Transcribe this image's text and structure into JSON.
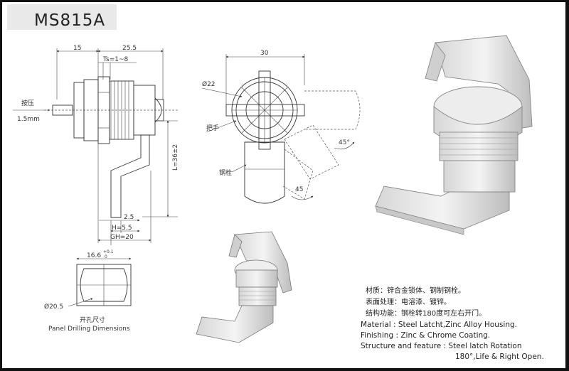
{
  "title": "MS815A",
  "dims": {
    "d15": "15",
    "d25_5": "25.5",
    "ts": "Ts=1~8",
    "press": "按压",
    "press_mm": "1.5mm",
    "l36": "L=36±2",
    "d2_5": "2.5",
    "h5_5": "H=5.5",
    "gh20": "GH=20",
    "d30": "30",
    "dia22": "Ø22",
    "handle": "把手",
    "angle_top": "45°",
    "angle_bottom": "45",
    "bolt": "钢栓",
    "d16_6": "16.6",
    "d16_6_tol": "+0.1",
    "d16_6_tol_low": "0",
    "dia20_5": "Ø20.5",
    "cut_cn": "开孔尺寸",
    "cut_en": "Panel Drilling Dimensions"
  },
  "specs": {
    "cn_material": "材质：锌合金锁体、钢制钢栓。",
    "cn_finish": "表面处理：电溶漆、镀锌。",
    "cn_structure": "结构功能：钢栓转180度可左右开门。",
    "en_material": "Material : Steel Latcht,Zinc Alloy Housing.",
    "en_finish": "Finishing : Zinc & Chrome Coating.",
    "en_structure": "Structure and feature : Steel latch Rotation",
    "en_structure_2": "180°,Life & Right Open."
  },
  "colors": {
    "frame": "#111111",
    "title_bg": "#e9e9e9",
    "line": "#333333",
    "part_fill": "#eeeeee",
    "part_shade": "#c8c8c8"
  }
}
